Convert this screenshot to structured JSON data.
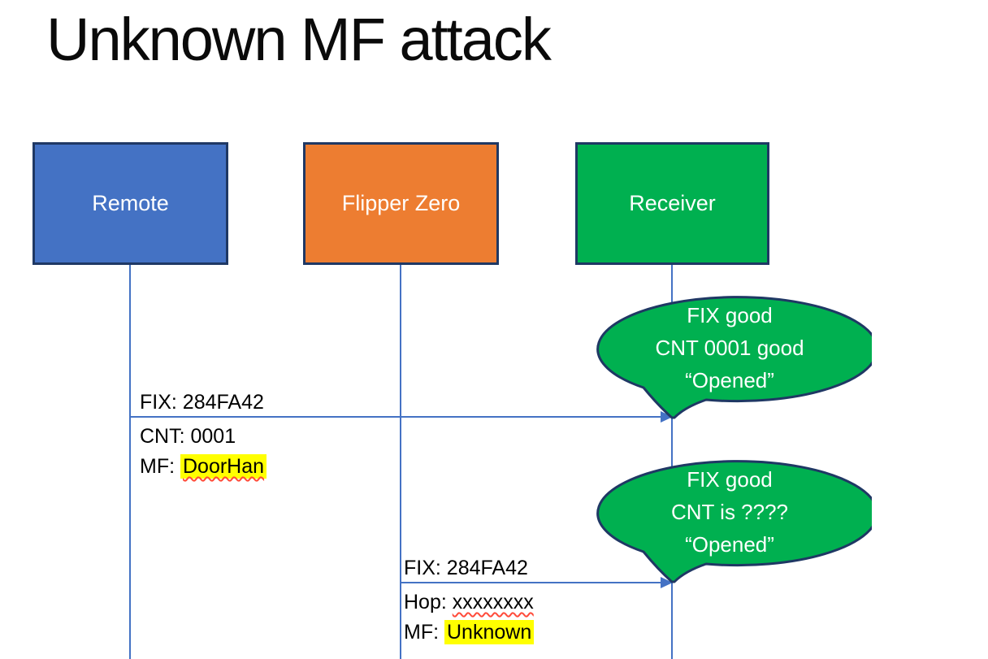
{
  "title": "Unknown MF attack",
  "actors": [
    {
      "id": "remote",
      "label": "Remote",
      "fill": "#4472C4"
    },
    {
      "id": "flipper-zero",
      "label": "Flipper Zero",
      "fill": "#ED7D31"
    },
    {
      "id": "receiver",
      "label": "Receiver",
      "fill": "#00B050"
    }
  ],
  "messages": [
    {
      "from": "Remote",
      "to": "Receiver",
      "line1": {
        "prefix": "FIX: ",
        "value": "284FA42"
      },
      "line2": {
        "prefix": "CNT: ",
        "value": "0001"
      },
      "line3": {
        "prefix": "MF: ",
        "value": "DoorHan",
        "highlighted": true,
        "spellcheck_underline": true
      }
    },
    {
      "from": "Flipper Zero",
      "to": "Receiver",
      "line1": {
        "prefix": "FIX: ",
        "value": "284FA42"
      },
      "line2": {
        "prefix": "Hop: ",
        "value": "xxxxxxxx",
        "spellcheck_underline": true
      },
      "line3": {
        "prefix": "MF: ",
        "value": "Unknown",
        "highlighted": true
      }
    }
  ],
  "callouts": [
    {
      "speaker": "Receiver",
      "line1": "FIX good",
      "line2": "CNT 0001 good",
      "line3": "“Opened”"
    },
    {
      "speaker": "Receiver",
      "line1": "FIX good",
      "line2": "CNT is ????",
      "line3": "“Opened”"
    }
  ],
  "colors": {
    "actor_border": "#1F3864",
    "remote_fill": "#4472C4",
    "flipper_fill": "#ED7D31",
    "receiver_fill": "#00B050",
    "callout_fill": "#00B050",
    "callout_border": "#1F3864",
    "connector_blue": "#4472C4",
    "highlight_yellow": "#FFFF00",
    "spellcheck_red": "#FF4B3A",
    "callout_text": "#FFFFFF",
    "actor_text": "#FFFFFF",
    "label_text": "#000000"
  }
}
